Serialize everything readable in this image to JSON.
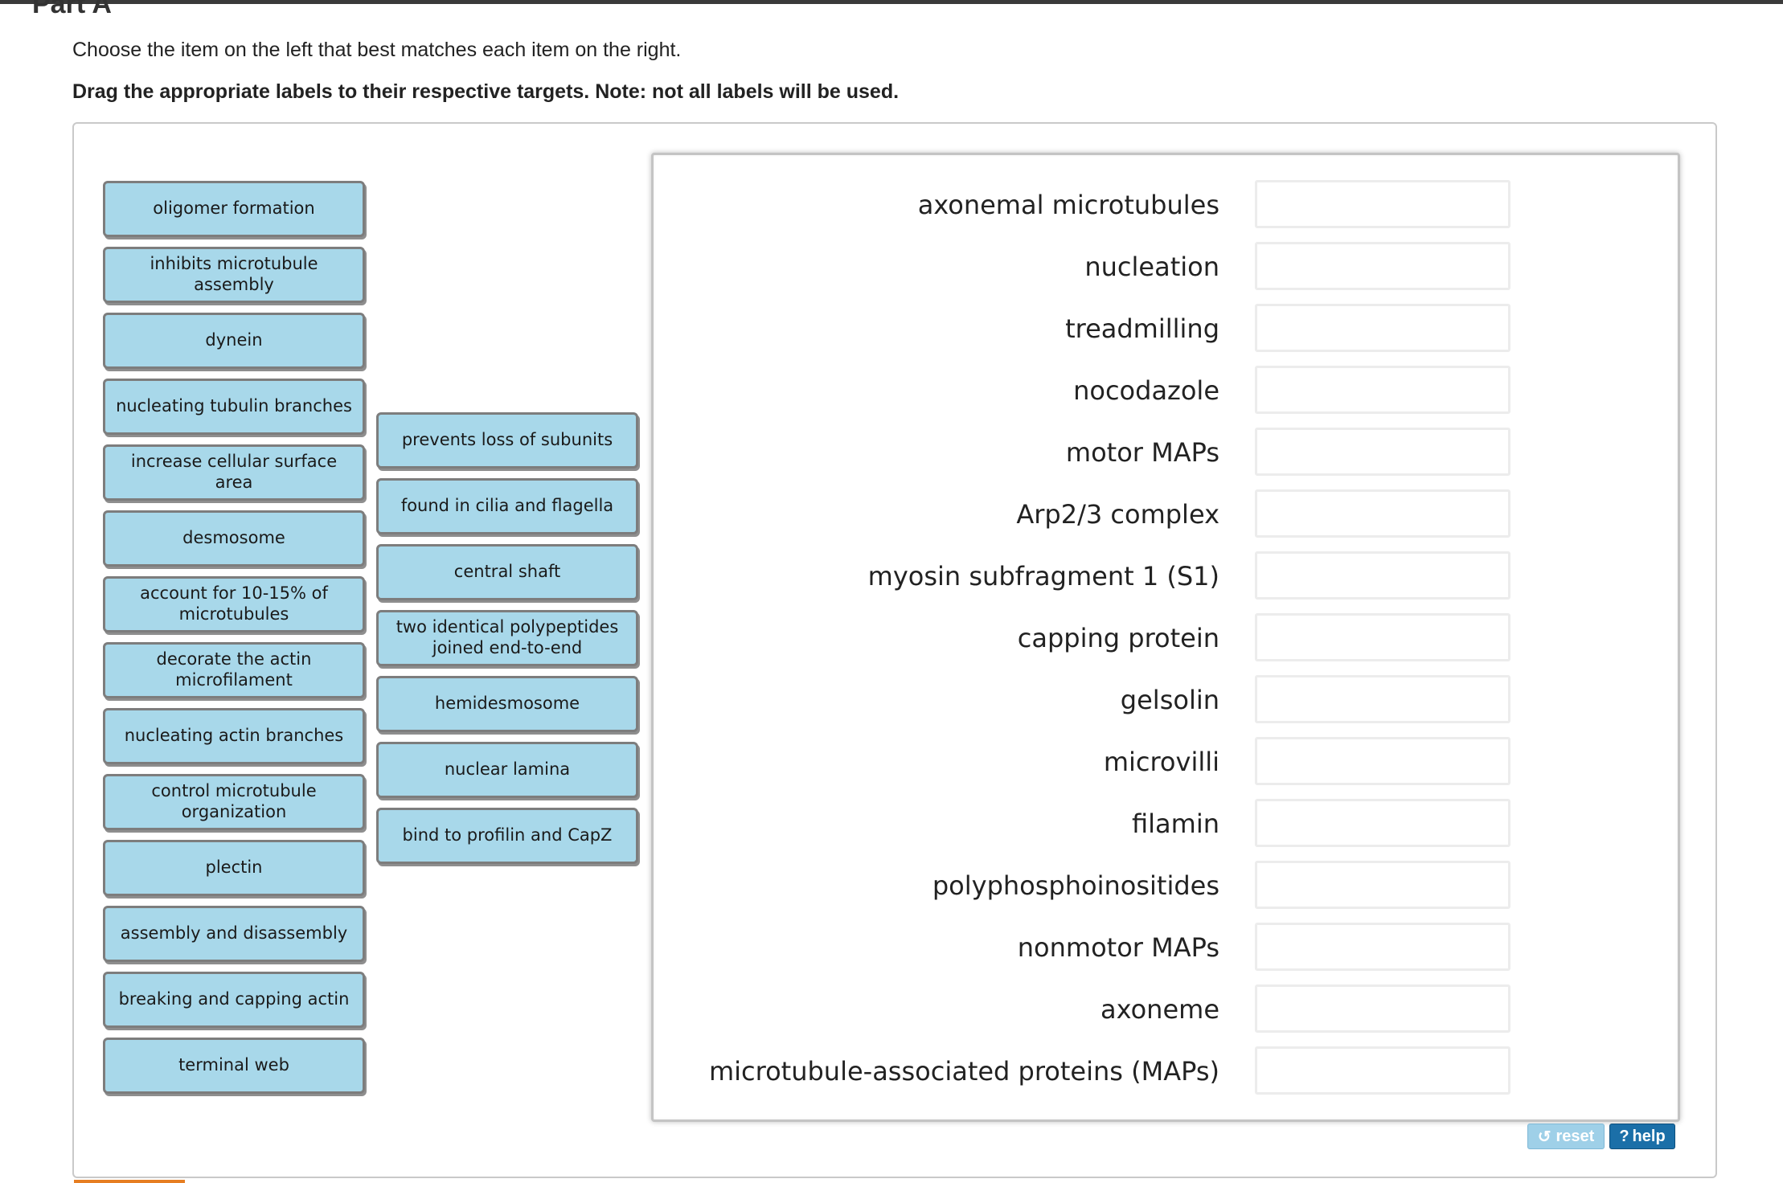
{
  "part_title": "Part A",
  "instruction": "Choose the item on the left that best matches each item on the right.",
  "instruction_bold": "Drag the appropriate labels to their respective targets. Note: not all labels will be used.",
  "labels_col1": [
    "oligomer formation",
    "inhibits microtubule assembly",
    "dynein",
    "nucleating tubulin branches",
    "increase cellular surface area",
    "desmosome",
    "account for 10-15% of microtubules",
    "decorate the actin microfilament",
    "nucleating actin branches",
    "control microtubule organization",
    "plectin",
    "assembly and disassembly",
    "breaking and capping actin",
    "terminal web"
  ],
  "labels_col2": [
    "prevents loss of subunits",
    "found in cilia and flagella",
    "central shaft",
    "two identical polypeptides joined end-to-end",
    "hemidesmosome",
    "nuclear lamina",
    "bind to profilin and CapZ"
  ],
  "targets": [
    "axonemal microtubules",
    "nucleation",
    "treadmilling",
    "nocodazole",
    "motor MAPs",
    "Arp2/3 complex",
    "myosin subfragment 1 (S1)",
    "capping protein",
    "gelsolin",
    "microvilli",
    "filamin",
    "polyphosphoinositides",
    "nonmotor MAPs",
    "axoneme",
    "microtubule-associated proteins (MAPs)"
  ],
  "buttons": {
    "reset": "reset",
    "help": "help"
  },
  "icons": {
    "reset": "undo-arrow-icon",
    "help": "question-mark-icon"
  },
  "colors": {
    "label_fill": "#a8d8ea",
    "help_button": "#1b6fa8",
    "reset_button": "#9fd0e8"
  }
}
